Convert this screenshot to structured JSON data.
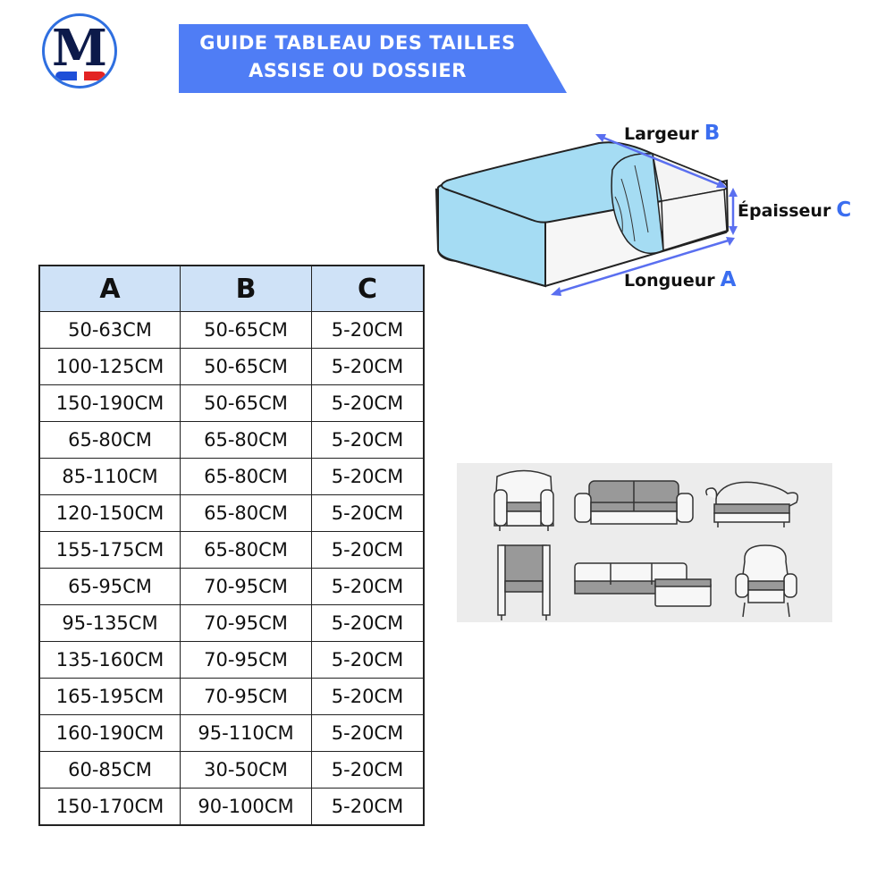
{
  "logo": {
    "letter": "M"
  },
  "banner": {
    "line1": "GUIDE TABLEAU DES TAILLES",
    "line2": "ASSISE OU DOSSIER",
    "color": "#4f7df5"
  },
  "diagram": {
    "width_label": "Largeur",
    "width_letter": "B",
    "thickness_label": "Épaisseur",
    "thickness_letter": "C",
    "length_label": "Longueur",
    "length_letter": "A",
    "cushion_color": "#a5dcf3",
    "arrow_color": "#5a6ff0"
  },
  "table": {
    "headers": [
      "A",
      "B",
      "C"
    ],
    "header_color": "#cfe2f7",
    "rows": [
      [
        "50-63CM",
        "50-65CM",
        "5-20CM"
      ],
      [
        "100-125CM",
        "50-65CM",
        "5-20CM"
      ],
      [
        "150-190CM",
        "50-65CM",
        "5-20CM"
      ],
      [
        "65-80CM",
        "65-80CM",
        "5-20CM"
      ],
      [
        "85-110CM",
        "65-80CM",
        "5-20CM"
      ],
      [
        "120-150CM",
        "65-80CM",
        "5-20CM"
      ],
      [
        "155-175CM",
        "65-80CM",
        "5-20CM"
      ],
      [
        "65-95CM",
        "70-95CM",
        "5-20CM"
      ],
      [
        "95-135CM",
        "70-95CM",
        "5-20CM"
      ],
      [
        "135-160CM",
        "70-95CM",
        "5-20CM"
      ],
      [
        "165-195CM",
        "70-95CM",
        "5-20CM"
      ],
      [
        "160-190CM",
        "95-110CM",
        "5-20CM"
      ],
      [
        "60-85CM",
        "30-50CM",
        "5-20CM"
      ],
      [
        "150-170CM",
        "90-100CM",
        "5-20CM"
      ]
    ]
  },
  "furniture": {
    "items": [
      "armchair-tub",
      "sofa-two-seat",
      "chaise-longue",
      "armchair-square",
      "sofa-corner",
      "wingback-chair"
    ]
  }
}
